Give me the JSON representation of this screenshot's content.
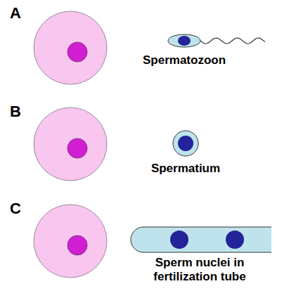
{
  "diagram": {
    "labels": [
      "A",
      "Spermatozoon",
      "B",
      "Spermatium",
      "C",
      "Sperm nuclei in fertilization tube"
    ]
  }
}
